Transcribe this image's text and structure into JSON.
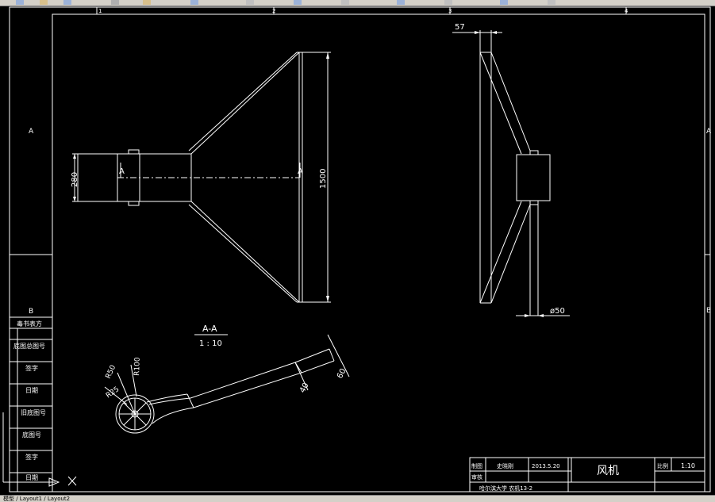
{
  "statusbar": {
    "tabs": "模型 / Layout1 / Layout2"
  },
  "frame": {
    "col_labels": [
      "1",
      "2",
      "3",
      "4"
    ],
    "row_labels_left": [
      "A",
      "B"
    ],
    "row_labels_right": [
      "A",
      "B"
    ]
  },
  "front_view": {
    "dim_280": "280",
    "dim_1500": "1500",
    "section_mark_left": "A",
    "section_mark_right": "A"
  },
  "side_view": {
    "dim_57": "57",
    "dim_d50": "ø50"
  },
  "section": {
    "title": "A-A",
    "scale": "1 : 10",
    "dim_r50": "R50",
    "dim_r100": "R100",
    "dim_r25": "R25",
    "dim_60": "60",
    "dim_40": "40"
  },
  "left_column": {
    "items": [
      "B",
      "毒书表方",
      "底图总图号",
      "签字",
      "日期",
      "旧底图号",
      "底图号",
      "签字",
      "日期"
    ]
  },
  "title_block": {
    "row1_label": "制图",
    "row1_name": "史晓刚",
    "row1_date": "2013.5.20",
    "row2_label": "审核",
    "title": "风机",
    "scale_label": "比例",
    "scale_value": "1:10",
    "school": "哈尔滨大学    农机13-2"
  }
}
